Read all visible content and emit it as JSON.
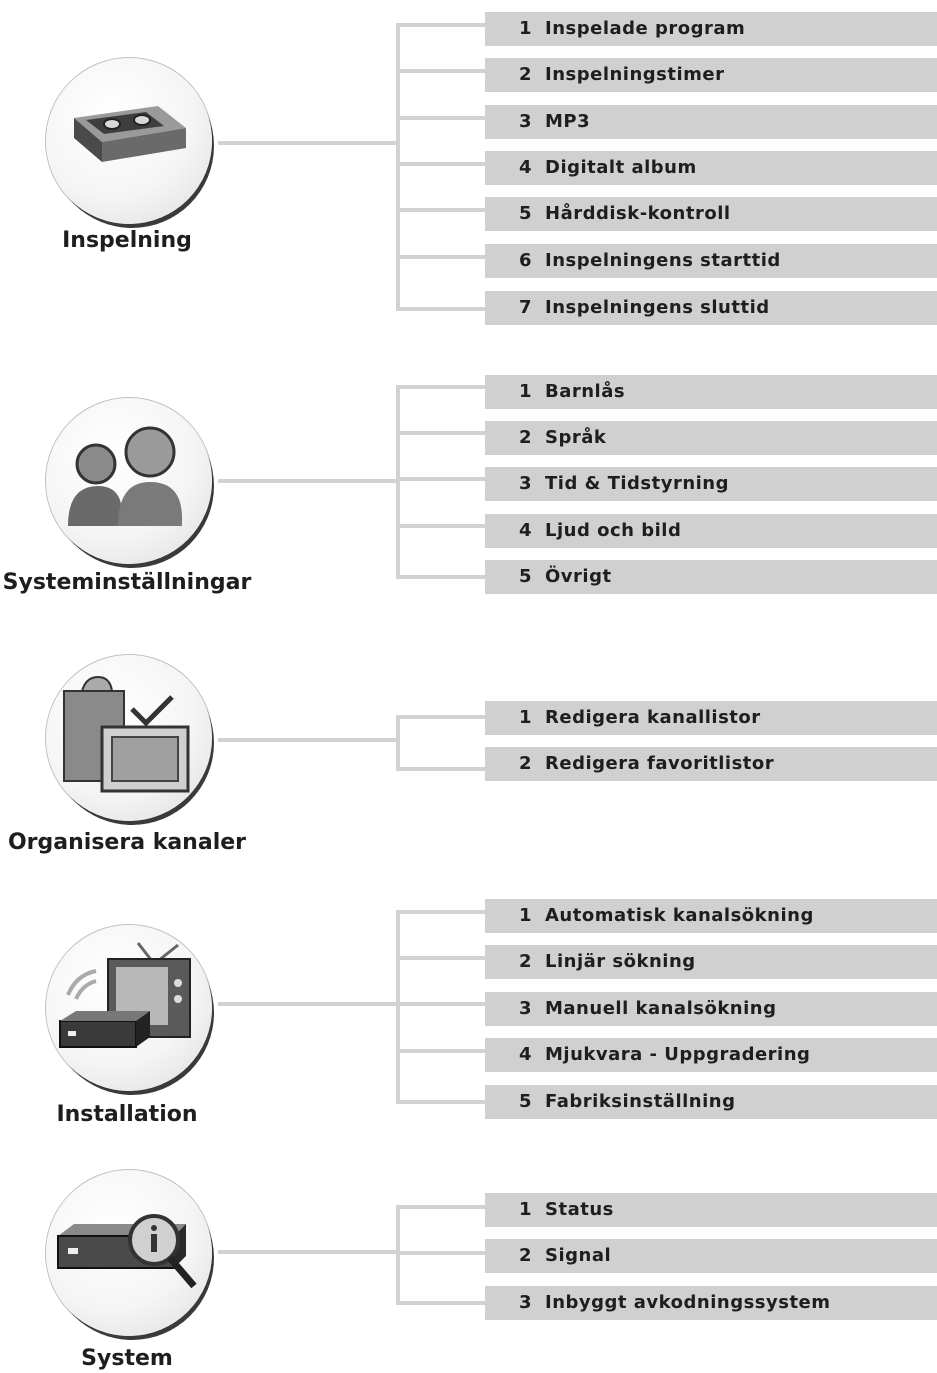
{
  "sections": [
    {
      "label": "Inspelning",
      "icon": "cassette-icon",
      "items": [
        {
          "num": "1",
          "label": "Inspelade program"
        },
        {
          "num": "2",
          "label": "Inspelningstimer"
        },
        {
          "num": "3",
          "label": "MP3"
        },
        {
          "num": "4",
          "label": "Digitalt album"
        },
        {
          "num": "5",
          "label": "Hårddisk-kontroll"
        },
        {
          "num": "6",
          "label": "Inspelningens starttid"
        },
        {
          "num": "7",
          "label": "Inspelningens sluttid"
        }
      ]
    },
    {
      "label": "Systeminställningar",
      "icon": "users-icon",
      "items": [
        {
          "num": "1",
          "label": "Barnlås"
        },
        {
          "num": "2",
          "label": "Språk"
        },
        {
          "num": "3",
          "label": "Tid & Tidstyrning"
        },
        {
          "num": "4",
          "label": "Ljud och bild"
        },
        {
          "num": "5",
          "label": "Övrigt"
        }
      ]
    },
    {
      "label": "Organisera kanaler",
      "icon": "channel-list-icon",
      "items": [
        {
          "num": "1",
          "label": "Redigera kanallistor"
        },
        {
          "num": "2",
          "label": "Redigera favoritlistor"
        }
      ]
    },
    {
      "label": "Installation",
      "icon": "tv-receiver-icon",
      "items": [
        {
          "num": "1",
          "label": "Automatisk kanalsökning"
        },
        {
          "num": "2",
          "label": "Linjär sökning"
        },
        {
          "num": "3",
          "label": "Manuell kanalsökning"
        },
        {
          "num": "4",
          "label": "Mjukvara - Uppgradering"
        },
        {
          "num": "5",
          "label": "Fabriksinställning"
        }
      ]
    },
    {
      "label": "System",
      "icon": "receiver-info-icon",
      "items": [
        {
          "num": "1",
          "label": "Status"
        },
        {
          "num": "2",
          "label": "Signal"
        },
        {
          "num": "3",
          "label": "Inbyggt avkodningssystem"
        }
      ]
    }
  ]
}
